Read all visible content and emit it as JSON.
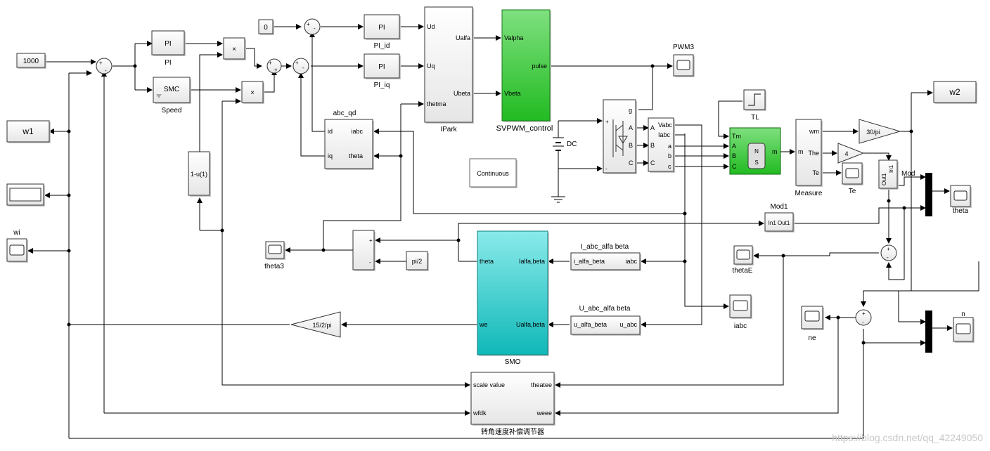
{
  "blocks": {
    "const_1000": "1000",
    "const_0": "0",
    "pi_speed": "PI",
    "pi_speed_name": "PI",
    "smc": "SMC",
    "smc_name": "Speed",
    "mult": "×",
    "pi_id": "PI",
    "pi_id_name": "PI_id",
    "pi_iq": "PI",
    "pi_iq_name": "PI_iq",
    "fcn": "1-u(1)",
    "abc_qd_name": "abc_qd",
    "abc_qd_ports": [
      "id",
      "iq",
      "iabc",
      "theta"
    ],
    "ipark_name": "IPark",
    "ipark_ports": [
      "Ud",
      "Uq",
      "thetma",
      "Ualfa",
      "Ubeta"
    ],
    "svpwm_name": "SVPWM_control",
    "svpwm_ports": [
      "Valpha",
      "Vbeta",
      "pulse"
    ],
    "pwm3": "PWM3",
    "dc": "DC",
    "continuous": "Continuous",
    "inverter_ports": [
      "g",
      "A",
      "B",
      "C",
      "+",
      "-"
    ],
    "vi_ports": [
      "Vabc",
      "Iabc",
      "A",
      "B",
      "C",
      "a",
      "b",
      "c"
    ],
    "tl": "TL",
    "motor_ports": [
      "Tm",
      "A",
      "B",
      "C",
      "m"
    ],
    "motor_glyph": [
      "N",
      "S"
    ],
    "measure_name": "Measure",
    "measure_ports": [
      "m",
      "wm",
      "The",
      "Te"
    ],
    "gain_30pi": "30/pi",
    "gain_4": "4",
    "w2": "w2",
    "te_scope": "Te",
    "mod_name": "Mod",
    "mod_ports": [
      "Out1",
      "In1"
    ],
    "mod1_name": "Mod1",
    "mod1_text": "In1 Out1",
    "theta_scope": "theta",
    "w1": "w1",
    "wi": "wi",
    "theta3": "theta3",
    "pi2": "pi/2",
    "smo_name": "SMO",
    "smo_ports": [
      "theta",
      "we",
      "Ialfa,beta",
      "Ualfa,beta"
    ],
    "iabc_ab_name": "I_abc_alfa beta",
    "iabc_ab_ports": [
      "i_alfa_beta",
      "iabc"
    ],
    "uabc_ab_name": "U_abc_alfa beta",
    "uabc_ab_ports": [
      "u_alfa_beta",
      "u_abc"
    ],
    "thetaE": "thetaE",
    "iabc_scope": "iabc",
    "ne": "ne",
    "n_scope": "n",
    "gain_15": "15/2/pi",
    "comp_name": "转角速度补偿调节器",
    "comp_ports": [
      "scale value",
      "wfdk",
      "theatee",
      "weee"
    ]
  },
  "signs": {
    "plus": "+",
    "minus": "-"
  },
  "watermark": "https://blog.csdn.net/qq_42249050",
  "colors": {
    "svpwm": "#33cc33",
    "motor": "#00cc00",
    "smo": "#22c4c4",
    "continuous_text": "#0000aa"
  }
}
